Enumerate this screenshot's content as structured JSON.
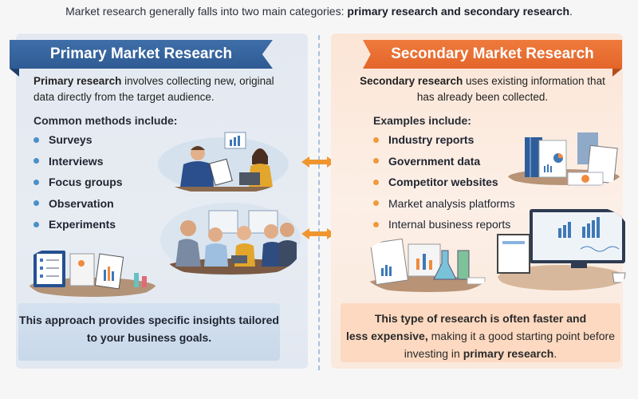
{
  "intro": {
    "lead": "Market research generally falls into two main categories: ",
    "bold": "primary research and secondary research",
    "end": "."
  },
  "primary": {
    "title": "Primary Market Research",
    "desc_bold": "Primary research",
    "desc_rest": " involves collecting new, original data directly from the target audience.",
    "subhead": "Common methods include:",
    "methods": [
      "Surveys",
      "Interviews",
      "Focus groups",
      "Observation",
      "Experiments"
    ],
    "callout": "This approach provides specific insights tailored to your business goals.",
    "accent": "#2f5b94",
    "bullet_color": "#4a90c8"
  },
  "secondary": {
    "title": "Secondary Market Research",
    "desc_bold": "Secondary research",
    "desc_rest": " uses existing information that has already been collected.",
    "subhead": "Examples include:",
    "examples": [
      "Industry reports",
      "Government data",
      "Competitor websites",
      "Market analysis platforms",
      "Internal business reports"
    ],
    "callout_bold1": "This type of research is often faster and",
    "callout_bold2": "less expensive,",
    "callout_mid": " making it a good starting point before investing in ",
    "callout_bold3": "primary research",
    "callout_end": ".",
    "accent": "#e4652a",
    "bullet_color": "#ef9a3c"
  },
  "illustrations": {
    "primary": [
      "interview-illustration",
      "focus-group-illustration",
      "survey-clipboard-illustration"
    ],
    "secondary": [
      "industry-reports-illustration",
      "analysis-platform-illustration",
      "lab-reports-illustration"
    ]
  },
  "connectors": [
    "double-arrow",
    "double-arrow"
  ]
}
